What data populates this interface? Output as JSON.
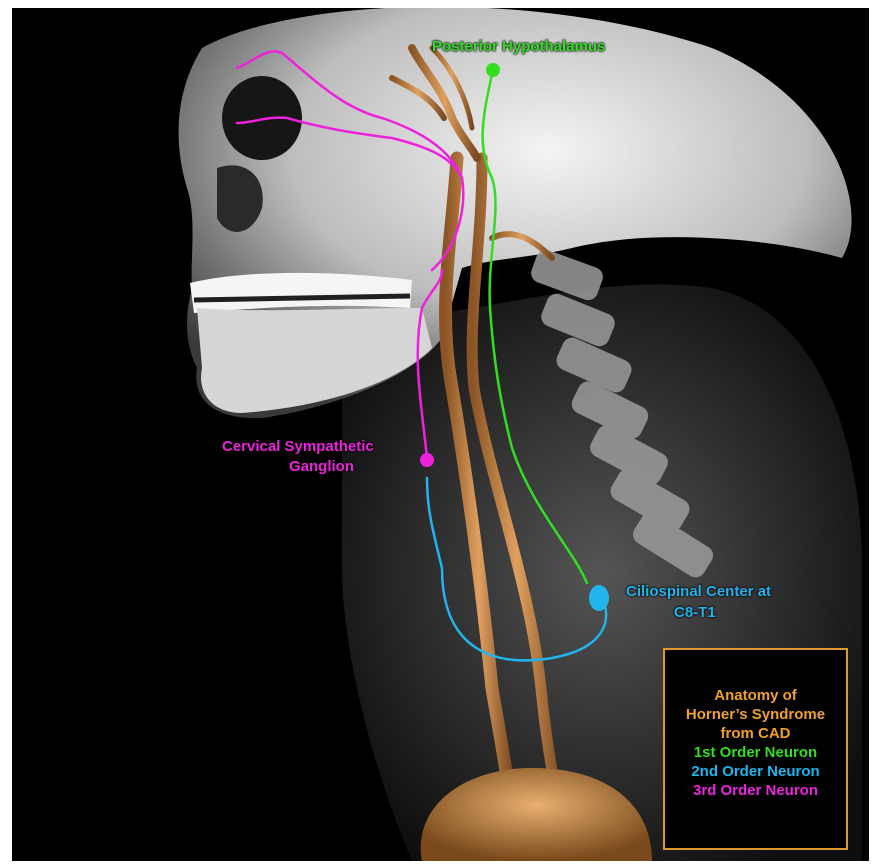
{
  "colors": {
    "first_order": "#33dd22",
    "second_order": "#22b4ee",
    "third_order": "#ee22dd",
    "legend_title": "#f0a030",
    "legend_border": "#e0962e",
    "vessels": "#c88a4a",
    "bone": "#e8e8e8"
  },
  "labels": {
    "posterior_hypothalamus": "Posterior Hypothalamus",
    "cervical_ganglion_line1": "Cervical Sympathetic",
    "cervical_ganglion_line2": "Ganglion",
    "ciliospinal_line1": "Ciliospinal Center at",
    "ciliospinal_line2": "C8-T1"
  },
  "legend": {
    "title_line1": "Anatomy of",
    "title_line2": "Horner’s Syndrome",
    "title_line3": "from CAD",
    "first": "1st Order Neuron",
    "second": "2nd Order Neuron",
    "third": "3rd Order Neuron"
  }
}
